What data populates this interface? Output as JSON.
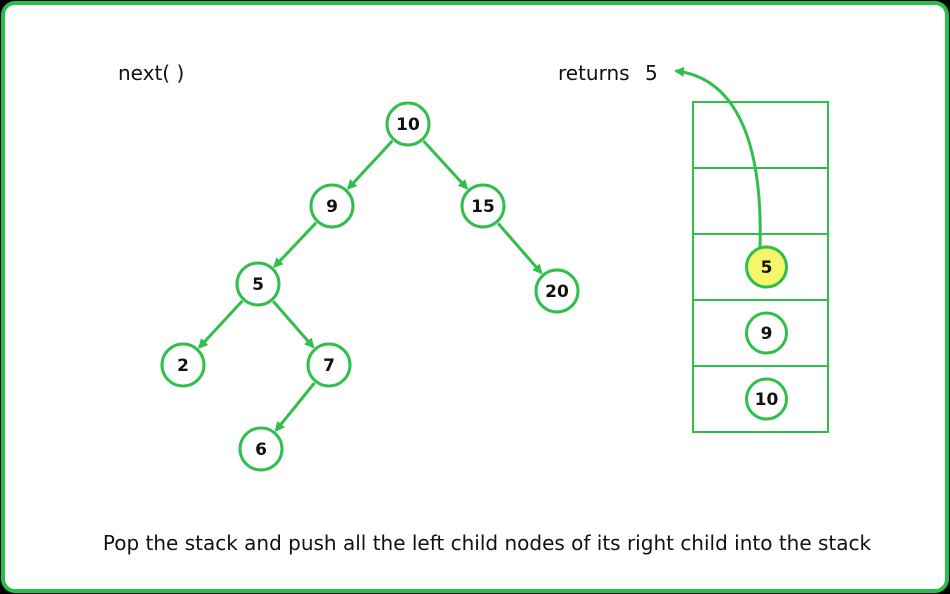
{
  "diagram": {
    "operation_label": "next( )",
    "result_prefix": "returns",
    "result_value": "5",
    "caption": "Pop the stack and push all the left child nodes of its right child into the stack",
    "colors": {
      "accent": "#2fbf4a",
      "node_fill": "#ffffff",
      "highlight_fill": "#f7f56a",
      "frame": "#26c04a"
    },
    "tree": {
      "nodes": [
        {
          "id": "n10",
          "label": "10"
        },
        {
          "id": "n9",
          "label": "9"
        },
        {
          "id": "n15",
          "label": "15"
        },
        {
          "id": "n5",
          "label": "5"
        },
        {
          "id": "n20",
          "label": "20"
        },
        {
          "id": "n2",
          "label": "2"
        },
        {
          "id": "n7",
          "label": "7"
        },
        {
          "id": "n6",
          "label": "6"
        }
      ],
      "edges": [
        {
          "from": "n10",
          "to": "n9"
        },
        {
          "from": "n10",
          "to": "n15"
        },
        {
          "from": "n9",
          "to": "n5"
        },
        {
          "from": "n15",
          "to": "n20"
        },
        {
          "from": "n5",
          "to": "n2"
        },
        {
          "from": "n5",
          "to": "n7"
        },
        {
          "from": "n7",
          "to": "n6"
        }
      ]
    },
    "stack": {
      "slots": [
        {
          "label": ""
        },
        {
          "label": ""
        },
        {
          "label": "5",
          "highlight": true
        },
        {
          "label": "9"
        },
        {
          "label": "10"
        }
      ]
    }
  }
}
